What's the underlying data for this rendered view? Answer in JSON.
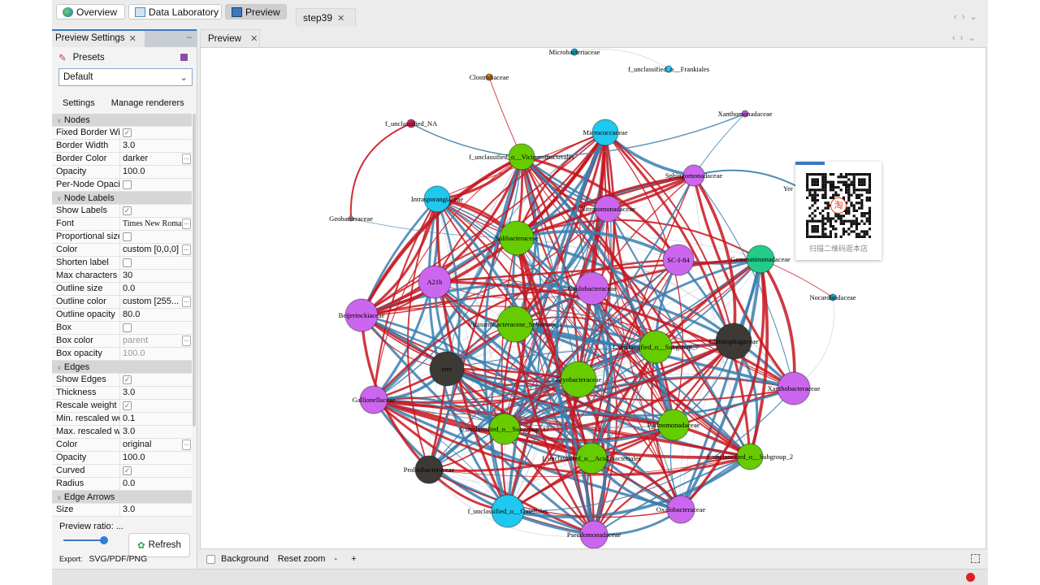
{
  "toolbar": {
    "overview": "Overview",
    "data_lab": "Data Laboratory",
    "preview": "Preview",
    "doc_tab": "step39"
  },
  "left_panel": {
    "title": "Preview Settings",
    "presets_label": "Presets",
    "preset_value": "Default",
    "tabs": [
      "Settings",
      "Manage renderers"
    ],
    "sections": [
      {
        "title": "Nodes",
        "rows": [
          {
            "label": "Fixed Border Wid",
            "type": "check",
            "checked": true
          },
          {
            "label": "Border Width",
            "value": "3.0"
          },
          {
            "label": "Border Color",
            "value": "darker",
            "more": true
          },
          {
            "label": "Opacity",
            "value": "100.0"
          },
          {
            "label": "Per-Node Opacity",
            "type": "check",
            "checked": false
          }
        ]
      },
      {
        "title": "Node Labels",
        "rows": [
          {
            "label": "Show Labels",
            "type": "check",
            "checked": true
          },
          {
            "label": "Font",
            "value": "Times New Roman",
            "more": true,
            "serif": true
          },
          {
            "label": "Proportional size",
            "type": "check",
            "checked": false
          },
          {
            "label": "Color",
            "value": "custom [0,0,0]",
            "more": true
          },
          {
            "label": "Shorten label",
            "type": "check",
            "checked": false
          },
          {
            "label": "Max characters",
            "value": "30"
          },
          {
            "label": "Outline size",
            "value": "0.0"
          },
          {
            "label": "Outline color",
            "value": "custom [255...",
            "more": true
          },
          {
            "label": "Outline opacity",
            "value": "80.0"
          },
          {
            "label": "Box",
            "type": "check",
            "checked": false
          },
          {
            "label": "Box color",
            "value": "parent",
            "more": true,
            "dim": true
          },
          {
            "label": "Box opacity",
            "value": "100.0",
            "dim": true
          }
        ]
      },
      {
        "title": "Edges",
        "rows": [
          {
            "label": "Show Edges",
            "type": "check",
            "checked": true
          },
          {
            "label": "Thickness",
            "value": "3.0"
          },
          {
            "label": "Rescale weight",
            "type": "check",
            "checked": true
          },
          {
            "label": "Min. rescaled weight",
            "value": "0.1"
          },
          {
            "label": "Max. rescaled weight",
            "value": "3.0"
          },
          {
            "label": "Color",
            "value": "original",
            "more": true
          },
          {
            "label": "Opacity",
            "value": "100.0"
          },
          {
            "label": "Curved",
            "type": "check",
            "checked": true
          },
          {
            "label": "Radius",
            "value": "0.0"
          }
        ]
      },
      {
        "title": "Edge Arrows",
        "rows": [
          {
            "label": "Size",
            "value": "3.0"
          }
        ]
      }
    ],
    "preview_ratio_label": "Preview ratio: ...",
    "preview_ratio": 1.0,
    "refresh": "Refresh",
    "export_label": "Export:",
    "export_value": "SVG/PDF/PNG"
  },
  "preview": {
    "tab": "Preview",
    "background_label": "Background",
    "background_checked": false,
    "reset_zoom": "Reset zoom",
    "zoom_out": "-",
    "zoom_in": "+"
  },
  "graph": {
    "edge_colors": {
      "positive": "#c8161e",
      "negative": "#3a7eae"
    },
    "nodes": [
      {
        "label": "Microbacteriaceae",
        "color": "#1aa3c8"
      },
      {
        "label": "f_unclassified_o__Frankiales",
        "color": "#1ec8ef"
      },
      {
        "label": "Clostridiaceae",
        "color": "#d98020"
      },
      {
        "label": "Xanthomonadaceae",
        "color": "#c15ad8"
      },
      {
        "label": "f_unclassified_NA",
        "color": "#d02860"
      },
      {
        "label": "Micrococcaceae",
        "color": "#1ec8ef"
      },
      {
        "label": "f_unclassified_o__Vicinamibacterales",
        "color": "#66cc00"
      },
      {
        "label": "Sphingomonadaceae",
        "color": "#cc66ee"
      },
      {
        "label": "Intrasporangiaceae",
        "color": "#1ec8ef"
      },
      {
        "label": "Nitrosomonadaceae",
        "color": "#cc66ee"
      },
      {
        "label": "Geobacteraceae",
        "color": "#b89090"
      },
      {
        "label": "Solibacteraceae",
        "color": "#66cc00"
      },
      {
        "label": "Gemmatimonadaceae",
        "color": "#22cc88"
      },
      {
        "label": "SC-I-84",
        "color": "#cc66ee"
      },
      {
        "label": "A21b",
        "color": "#cc66ee"
      },
      {
        "label": "Caulobacteraceae",
        "color": "#cc66ee"
      },
      {
        "label": "Nocardioidaceae",
        "color": "#1aa3c8"
      },
      {
        "label": "Beijerinckiaceae",
        "color": "#cc66ee"
      },
      {
        "label": "Vicinamibacteraceae_Subgroup_1",
        "color": "#66cc00"
      },
      {
        "label": "f_unclassified_o__Subgroup_7",
        "color": "#66cc00"
      },
      {
        "label": "Chitinophagaceae",
        "color": "#3d3a35"
      },
      {
        "label": "env",
        "color": "#3d3a35"
      },
      {
        "label": "Bryobacteraceae",
        "color": "#66cc00"
      },
      {
        "label": "Xanthobacteraceae",
        "color": "#cc66ee"
      },
      {
        "label": "Gallionellaceae",
        "color": "#cc66ee"
      },
      {
        "label": "f_unclassified_o__Subgroup_17",
        "color": "#66cc00"
      },
      {
        "label": "Pyrinomonadaceae",
        "color": "#66cc00"
      },
      {
        "label": "f_unclassified_o__Acidobacteriales",
        "color": "#66cc00"
      },
      {
        "label": "f_unclassified_o__Subgroup_2",
        "color": "#66cc00"
      },
      {
        "label": "Prolixibacteraceae",
        "color": "#3d3a35"
      },
      {
        "label": "f_unclassified_o__Gaiellales",
        "color": "#1ec8ef"
      },
      {
        "label": "Oxalobacteraceae",
        "color": "#cc66ee"
      },
      {
        "label": "Pseudomonadaceae",
        "color": "#cc66ee"
      },
      {
        "label": "Yer",
        "color": "#cc66ee"
      }
    ]
  },
  "qr_popup": {
    "caption": "扫描二维码逛本店",
    "badge": "淘"
  }
}
